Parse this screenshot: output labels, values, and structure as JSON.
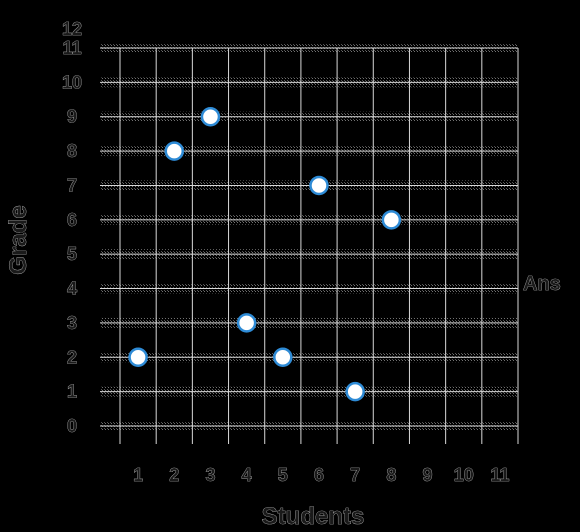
{
  "chart_data": {
    "type": "scatter",
    "title": "",
    "xlabel": "Students",
    "ylabel": "Grade",
    "xlim": [
      0,
      11
    ],
    "ylim": [
      0,
      11
    ],
    "x_ticks": [
      "1",
      "2",
      "3",
      "4",
      "5",
      "6",
      "7",
      "8",
      "9",
      "10",
      "11"
    ],
    "y_ticks": [
      "0",
      "1",
      "2",
      "3",
      "4",
      "5",
      "6",
      "7",
      "8",
      "9",
      "10",
      "11",
      "12"
    ],
    "grid": true,
    "annotation": "Ans",
    "points": [
      {
        "x": 0.5,
        "y": 2
      },
      {
        "x": 1.5,
        "y": 8
      },
      {
        "x": 2.5,
        "y": 9
      },
      {
        "x": 3.5,
        "y": 3
      },
      {
        "x": 4.5,
        "y": 2
      },
      {
        "x": 5.5,
        "y": 7
      },
      {
        "x": 6.5,
        "y": 1
      },
      {
        "x": 7.5,
        "y": 6
      }
    ]
  },
  "colors": {
    "background": "#000000",
    "grid_line": "#d8d8d8",
    "grid_stripe": "#cfcfcf",
    "point_fill": "#ffffff",
    "point_stroke": "#2e8bd6",
    "text": "#1a1a1a"
  }
}
